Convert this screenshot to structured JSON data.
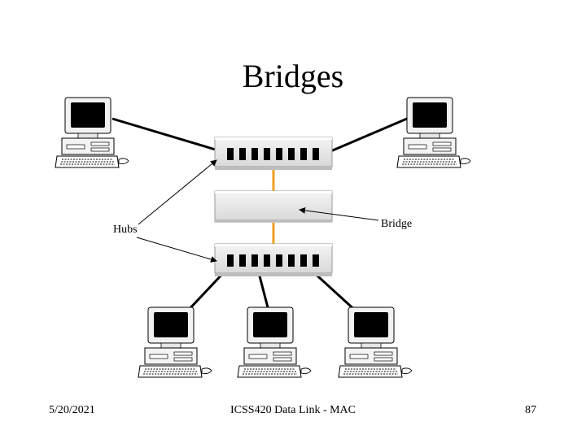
{
  "slide": {
    "title": "Bridges",
    "labels": {
      "hubs": "Hubs",
      "bridge": "Bridge"
    },
    "footer": {
      "date": "5/20/2021",
      "course": "ICSS420 Data Link - MAC",
      "page": "87"
    }
  },
  "diagram": {
    "devices": [
      "workstation",
      "workstation",
      "hub",
      "bridge",
      "hub",
      "workstation",
      "workstation",
      "workstation"
    ],
    "colors": {
      "link": "#000000",
      "bridge_link": "#f0a020",
      "device_face": "#ececec",
      "screen": "#000000"
    }
  }
}
